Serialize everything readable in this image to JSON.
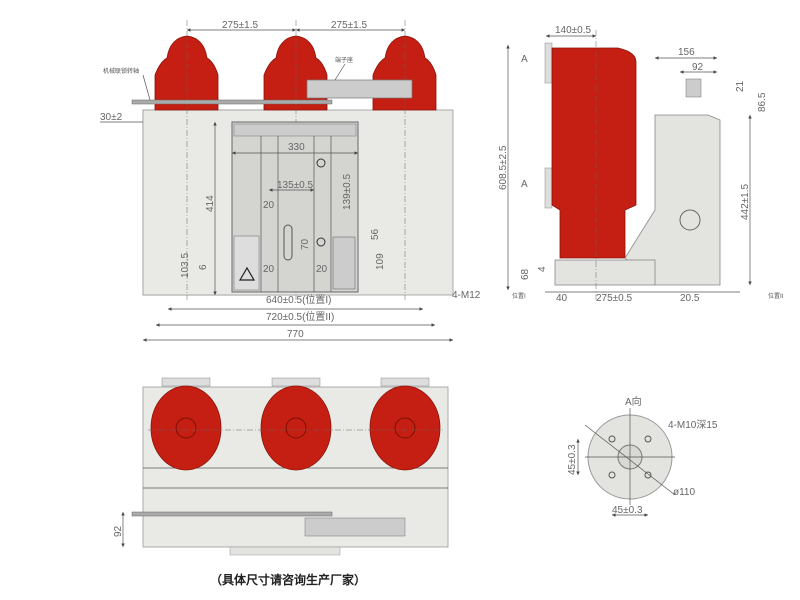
{
  "front_view": {
    "dims": {
      "pole_pitch_left": "275±1.5",
      "pole_pitch_right": "275±1.5",
      "top_offset": "30±2",
      "panel_width": "330",
      "height_414": "414",
      "handle_spacing": "135±0.5",
      "vertical_139": "139±0.5",
      "dim_20_a": "20",
      "dim_20_b": "20",
      "dim_20_c": "20",
      "dim_70": "70",
      "dim_56": "56",
      "dim_109": "109",
      "dim_103_5": "103.5",
      "dim_6": "6",
      "mount_hole": "4-M12",
      "width_640": "640±0.5(位置I)",
      "width_720": "720±0.5(位置II)",
      "overall_width": "770"
    },
    "labels": {
      "left_callout": "机械联锁转轴",
      "right_callout": "端子座"
    }
  },
  "side_view": {
    "dims": {
      "top_width": "140±0.5",
      "overall_height": "608.5±2.5",
      "section_mark_top": "A",
      "section_mark_bottom": "A",
      "dim_156": "156",
      "dim_92": "92",
      "dim_21": "21",
      "dim_86_5": "86.5",
      "height_442": "442±1.5",
      "dim_68": "68",
      "dim_4": "4",
      "dim_40": "40",
      "base_spacing": "275±0.5",
      "dim_20_5": "20.5",
      "position_1": "位置I",
      "position_2": "位置II"
    }
  },
  "top_view": {
    "dims": {
      "dim_92": "92"
    }
  },
  "section_a": {
    "title": "A向",
    "holes": "4-M10深15",
    "vertical_spacing": "45±0.3",
    "horizontal_spacing": "45±0.3",
    "diameter": "ø110"
  },
  "footer_note": "（具体尺寸请咨询生产厂家）",
  "colors": {
    "insulator": "#c41f12",
    "housing": "#e9e9e6",
    "panel": "#d4d4d1"
  }
}
